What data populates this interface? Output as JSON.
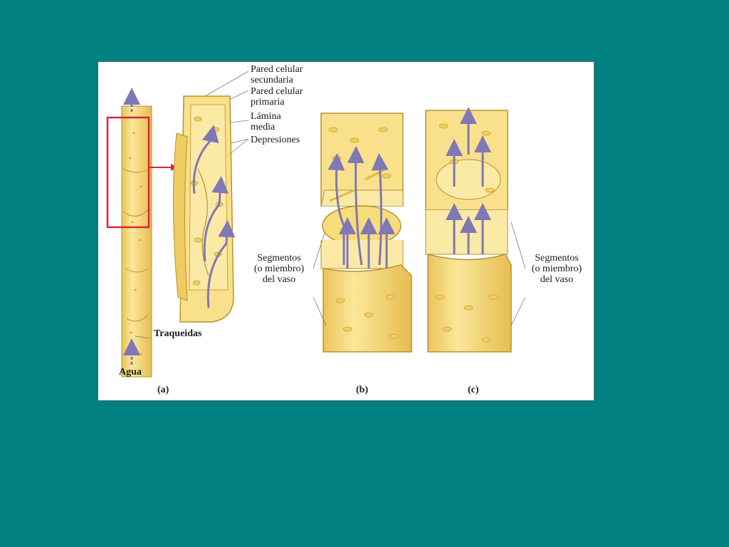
{
  "colors": {
    "background": "#008080",
    "panel": "#ffffff",
    "cell_fill": "#f7dc7a",
    "cell_dark": "#e2b84a",
    "cell_outline": "#b8922e",
    "pit": "#f2cf5a",
    "arrow": "#7f78b5",
    "highlight_box": "#d7263d"
  },
  "figure": {
    "labels": {
      "secondary_wall": [
        "Pared celular",
        "secundaria"
      ],
      "primary_wall": [
        "Pared celular",
        "primaria"
      ],
      "middle_lamella": [
        "Lámina",
        "media"
      ],
      "pits": "Depresiones",
      "tracheids": "Traqueidas",
      "water": "Agua",
      "vessel_segments_b": [
        "Segmentos",
        "(o miembro)",
        "del vaso"
      ],
      "vessel_segments_c": [
        "Segmentos",
        "(o miembro)",
        "del vaso"
      ]
    },
    "panels": [
      "(a)",
      "(b)",
      "(c)"
    ]
  }
}
